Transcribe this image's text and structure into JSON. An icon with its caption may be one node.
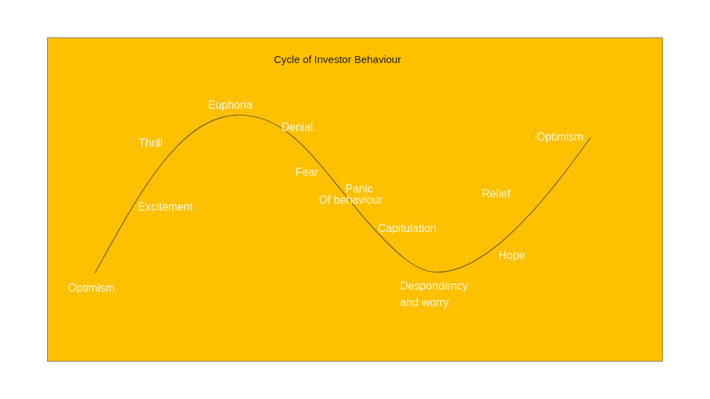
{
  "diagram": {
    "title": "Cycle of Investor Behaviour",
    "labels": [
      "Euphoria",
      "Denial",
      "Optimism",
      "Thrill",
      "Fear",
      "Panic",
      "Relief",
      "Of behaviour",
      "Excitement",
      "Capitulation",
      "Hope",
      "Optimism",
      "Despondency and worry"
    ]
  }
}
